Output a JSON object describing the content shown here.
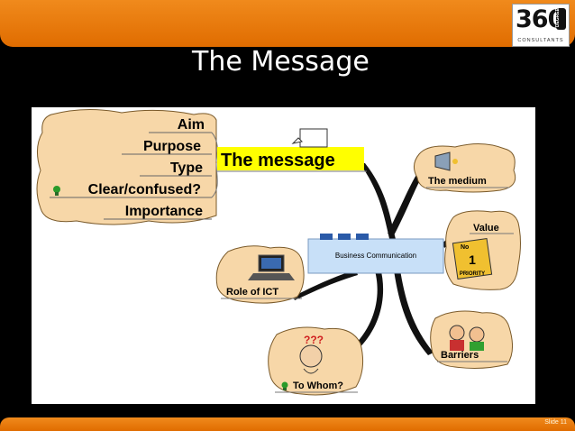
{
  "header": {
    "title": "The Message",
    "logo": {
      "number": "360",
      "degree": "DEGREE",
      "sub": "CONSULTANTS"
    }
  },
  "diagram": {
    "central_label": "Business Communication",
    "main_topic": "The message",
    "message_branches": [
      "Aim",
      "Purpose",
      "Type",
      "Clear/confused?",
      "Importance"
    ],
    "nodes": {
      "medium": "The medium",
      "value": "Value",
      "priority_top": "No",
      "priority_number": "1",
      "priority_bottom": "PRIORITY",
      "ict": "Role of ICT",
      "barriers": "Barriers",
      "to_whom": "To Whom?",
      "question_marks": "???"
    },
    "icons": [
      "megaphone-icon",
      "priority-icon",
      "laptop-icon",
      "confused-person-icon",
      "arguing-people-icon",
      "lightbulb-icon"
    ],
    "colors": {
      "cloud": "#f7d7a8",
      "highlight": "#ffff00",
      "center_box": "#c8e0f8"
    }
  },
  "footer": {
    "slide_label": "Slide 11"
  }
}
